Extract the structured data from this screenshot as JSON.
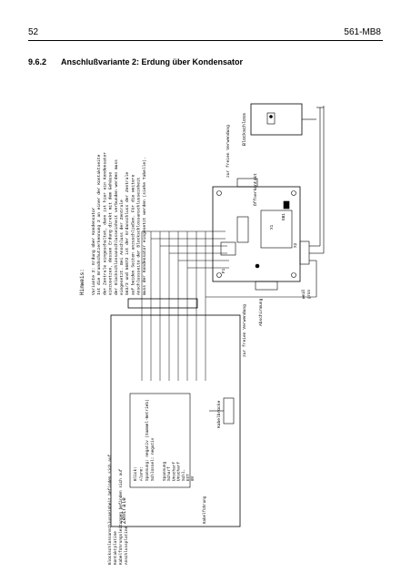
{
  "header": {
    "page_number": "52",
    "doc_id": "561-MB8"
  },
  "section": {
    "number": "9.6.2",
    "title": "Anschlußvariante 2: Erdung über Kondensator"
  },
  "diagram": {
    "hinweis_title": "Hinweis:",
    "hinweis_lines": [
      "Variante 2: Erdung über Kondensator",
      "Ist die Brandschutzerkennung 2 an einer der Kontaktseite",
      "der Zentrale eingeschaltet, dann ist hier ein Kondensator",
      "einzusetzen, dessen Erdung direkt mit dem Gehäuse",
      "der Blockschlossanschlusseinheit verbunden werden muss",
      "eingesetzt. Bei Anschluss der Zentrale",
      "563/2 und 56872 ist der Erdanschluss der Zentrale",
      "auf beiden Seiten anzuschließen. Für die weitere",
      "Anschlussseite der Blockschlossanschlusseinheit",
      "muss der Kondensator eingesetzt werden (siehe Tabelle)."
    ],
    "blockschloss_label": "Blockschloss",
    "zur_freien_top": "zur freien Verwendung",
    "zur_freien_bottom": "zur freien Verwendung",
    "abschirmung": "Abschirmung",
    "oeffner_label": "Öffnerkontakt",
    "kabelbrueck_label": "Kabelbrücke",
    "zentrale_label": "Zentrale",
    "wire_labels": [
      "weiß",
      "grün"
    ],
    "zentrale_lines": [
      "Blick:",
      "Alarm:",
      "Spannung: negativ (Sammel-Betrieb)",
      "Schlüssel: negativ"
    ],
    "zentrale_terms": [
      "Spannung",
      "Scharf",
      "Unscharf",
      "Unscharf",
      "Schl.",
      "EXT",
      "0V"
    ],
    "kabelfuehrung_label": "Kabelführung",
    "footnote_lines": [
      "Blockschlossanschlusseinheit befinden sich auf",
      "Kontaktplatine",
      "Kabelführungsleitungen befinden sich auf",
      "Anschlussplatine"
    ],
    "board_marks": [
      "F1",
      "X1",
      "GB1",
      "X2"
    ]
  }
}
